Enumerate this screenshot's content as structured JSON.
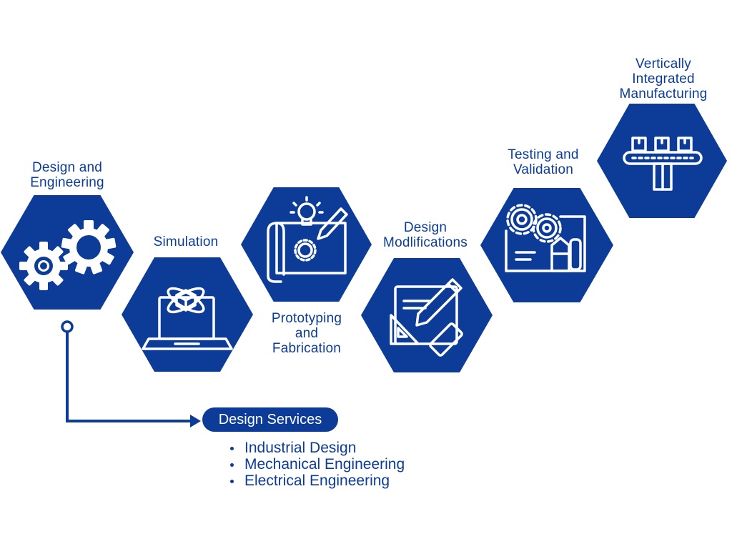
{
  "colors": {
    "hex_fill": "#0C3C97",
    "text": "#0C3C97",
    "icon_stroke": "#ffffff",
    "background": "#ffffff"
  },
  "stages": [
    {
      "label_lines": [
        "Design and",
        "Engineering"
      ],
      "icon": "gears-icon"
    },
    {
      "label_lines": [
        "Simulation"
      ],
      "icon": "laptop-cube-icon"
    },
    {
      "label_lines": [
        "Prototyping",
        "and",
        "Fabrication"
      ],
      "icon": "blueprint-lightbulb-icon"
    },
    {
      "label_lines": [
        "Design",
        "Modlifications"
      ],
      "icon": "drafting-tools-icon"
    },
    {
      "label_lines": [
        "Testing and",
        "Validation"
      ],
      "icon": "gears-document-icon"
    },
    {
      "label_lines": [
        "Vertically",
        "Integrated",
        "Manufacturing"
      ],
      "icon": "conveyor-belt-icon"
    }
  ],
  "services": {
    "title": "Design Services",
    "items": [
      "Industrial Design",
      "Mechanical Engineering",
      "Electrical Engineering"
    ]
  }
}
